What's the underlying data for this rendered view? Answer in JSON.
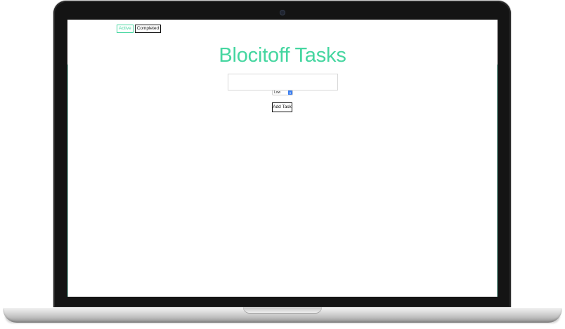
{
  "tabs": {
    "active_label": "Active",
    "completed_label": "Completed"
  },
  "title": "Blocitoff Tasks",
  "task_input": {
    "value": "",
    "placeholder": ""
  },
  "priority_select": {
    "selected": "Low"
  },
  "add_button_label": "Add Task",
  "colors": {
    "accent": "#45d6a0",
    "text": "#111111",
    "bezel": "#141414",
    "select_arrow": "#3b7ff2"
  },
  "icons": {
    "camera": "camera-icon",
    "select_arrow": "chevron-up-down-icon"
  }
}
